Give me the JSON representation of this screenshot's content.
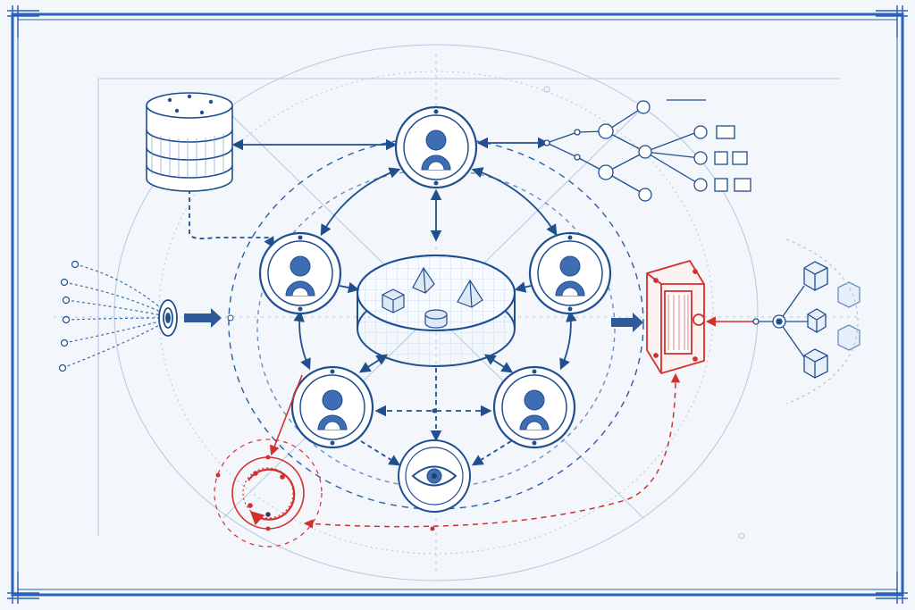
{
  "diagram": {
    "style": "blueprint",
    "colors": {
      "background": "#f3f6fa",
      "primary": "#1f4f8f",
      "secondary": "#3b6fb0",
      "faint": "#a9bfdc",
      "accent_red": "#d32f2f",
      "node_fill": "#ffffff"
    },
    "nodes": [
      {
        "id": "agent-top",
        "kind": "agent",
        "icon": "user-icon"
      },
      {
        "id": "agent-left",
        "kind": "agent",
        "icon": "user-icon"
      },
      {
        "id": "agent-right",
        "kind": "agent",
        "icon": "user-icon"
      },
      {
        "id": "agent-bottom-left",
        "kind": "agent",
        "icon": "user-icon"
      },
      {
        "id": "agent-bottom-right",
        "kind": "agent",
        "icon": "user-icon"
      },
      {
        "id": "observer",
        "kind": "monitor",
        "icon": "eye-icon"
      },
      {
        "id": "shared-workspace",
        "kind": "platform",
        "icon": "platform-icon"
      },
      {
        "id": "database",
        "kind": "storage",
        "icon": "database-icon"
      },
      {
        "id": "tree-graph",
        "kind": "decision-tree",
        "icon": "tree-graph-icon"
      },
      {
        "id": "input-sensor",
        "kind": "input",
        "icon": "sensor-icon"
      },
      {
        "id": "output-frame",
        "kind": "output",
        "icon": "frame-icon"
      },
      {
        "id": "cube-cluster",
        "kind": "network",
        "icon": "cube-icon"
      },
      {
        "id": "feedback-loop",
        "kind": "loop",
        "icon": "loop-icon"
      }
    ],
    "edges": [
      {
        "from": "agent-top",
        "to": "database",
        "style": "solid"
      },
      {
        "from": "agent-top",
        "to": "tree-graph",
        "style": "solid"
      },
      {
        "from": "agent-top",
        "to": "agent-left",
        "style": "solid"
      },
      {
        "from": "agent-top",
        "to": "agent-right",
        "style": "solid"
      },
      {
        "from": "agent-top",
        "to": "shared-workspace",
        "style": "solid"
      },
      {
        "from": "agent-left",
        "to": "agent-bottom-left",
        "style": "solid"
      },
      {
        "from": "agent-right",
        "to": "agent-bottom-right",
        "style": "solid"
      },
      {
        "from": "agent-bottom-left",
        "to": "agent-bottom-right",
        "style": "dashed"
      },
      {
        "from": "agent-bottom-left",
        "to": "feedback-loop",
        "style": "red"
      },
      {
        "from": "feedback-loop",
        "to": "output-frame",
        "style": "red-dashed"
      },
      {
        "from": "cube-cluster",
        "to": "output-frame",
        "style": "red"
      }
    ]
  }
}
